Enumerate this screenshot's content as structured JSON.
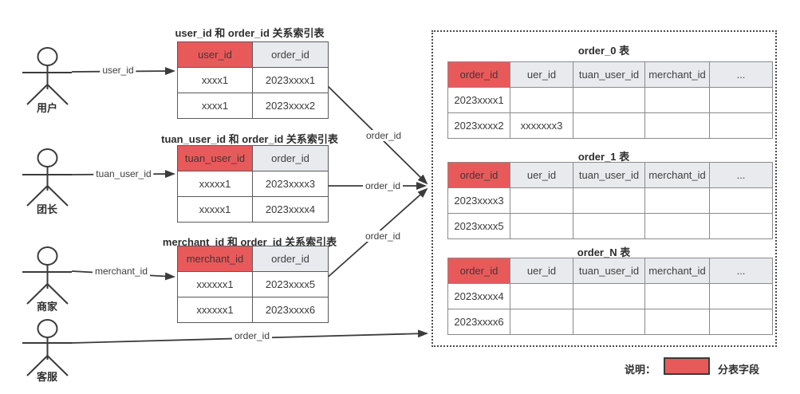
{
  "actors": [
    {
      "label": "用户",
      "arrow_label": "user_id"
    },
    {
      "label": "团长",
      "arrow_label": "tuan_user_id"
    },
    {
      "label": "商家",
      "arrow_label": "merchant_id"
    },
    {
      "label": "客服",
      "arrow_label": "order_id"
    }
  ],
  "index_tables": [
    {
      "title": "user_id 和 order_id 关系索引表",
      "headers": [
        "user_id",
        "order_id"
      ],
      "rows": [
        [
          "xxxx1",
          "2023xxxx1"
        ],
        [
          "xxxx1",
          "2023xxxx2"
        ]
      ]
    },
    {
      "title": "tuan_user_id 和 order_id 关系索引表",
      "headers": [
        "tuan_user_id",
        "order_id"
      ],
      "rows": [
        [
          "xxxxx1",
          "2023xxxx3"
        ],
        [
          "xxxxx1",
          "2023xxxx4"
        ]
      ]
    },
    {
      "title": "merchant_id 和 order_id 关系索引表",
      "headers": [
        "merchant_id",
        "order_id"
      ],
      "rows": [
        [
          "xxxxxx1",
          "2023xxxx5"
        ],
        [
          "xxxxxx1",
          "2023xxxx6"
        ]
      ]
    }
  ],
  "order_tables": [
    {
      "title": "order_0 表",
      "headers": [
        "order_id",
        "uer_id",
        "tuan_user_id",
        "merchant_id",
        "..."
      ],
      "rows": [
        [
          "2023xxxx1",
          "",
          "",
          "",
          ""
        ],
        [
          "2023xxxx2",
          "xxxxxxx3",
          "",
          "",
          ""
        ]
      ]
    },
    {
      "title": "order_1 表",
      "headers": [
        "order_id",
        "uer_id",
        "tuan_user_id",
        "merchant_id",
        "..."
      ],
      "rows": [
        [
          "2023xxxx3",
          "",
          "",
          "",
          ""
        ],
        [
          "2023xxxx5",
          "",
          "",
          "",
          ""
        ]
      ]
    },
    {
      "title": "order_N 表",
      "headers": [
        "order_id",
        "uer_id",
        "tuan_user_id",
        "merchant_id",
        "..."
      ],
      "rows": [
        [
          "2023xxxx4",
          "",
          "",
          "",
          ""
        ],
        [
          "2023xxxx6",
          "",
          "",
          "",
          ""
        ]
      ]
    }
  ],
  "flow_labels": {
    "to_shard": [
      "order_id",
      "order_id",
      "order_id"
    ]
  },
  "legend": {
    "prefix": "说明：",
    "label": "分表字段"
  },
  "colors": {
    "shard_key": "#e85a5a",
    "header_bg": "#e8eaed",
    "line": "#3b3b3b"
  }
}
